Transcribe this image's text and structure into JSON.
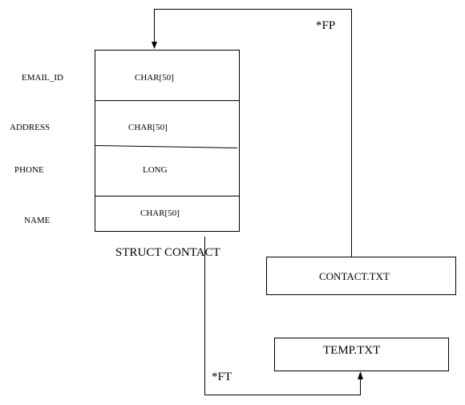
{
  "struct": {
    "caption": "STRUCT CONTACT",
    "fields": [
      {
        "name": "EMAIL_ID",
        "type": "CHAR[50]"
      },
      {
        "name": "ADDRESS",
        "type": "CHAR[50]"
      },
      {
        "name": "PHONE",
        "type": "LONG"
      },
      {
        "name": "NAME",
        "type": "CHAR[50]"
      }
    ]
  },
  "files": {
    "contact": "CONTACT.TXT",
    "temp": "TEMP.TXT"
  },
  "pointers": {
    "fp": "*FP",
    "ft": "*FT"
  }
}
